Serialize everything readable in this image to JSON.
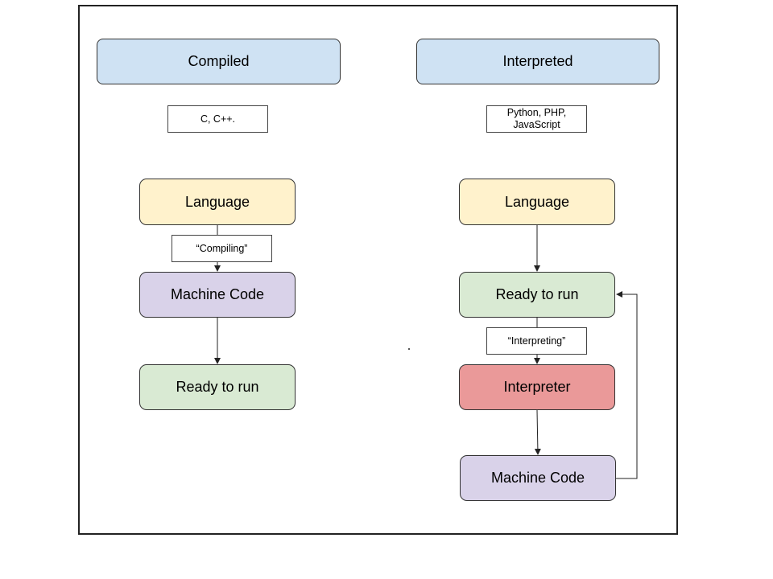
{
  "colors": {
    "header_fill": "#cfe2f3",
    "language_fill": "#fff2cc",
    "machine_code_fill": "#d9d2e9",
    "ready_fill": "#d9ead3",
    "interpreter_fill": "#ea9999",
    "border": "#333333"
  },
  "compiled": {
    "header": "Compiled",
    "examples": "C, C++.",
    "language": "Language",
    "step_label": "“Compiling”",
    "machine_code": "Machine Code",
    "ready": "Ready to run"
  },
  "interpreted": {
    "header": "Interpreted",
    "examples_line1": "Python, PHP,",
    "examples_line2": "JavaScript",
    "language": "Language",
    "ready": "Ready to run",
    "step_label": "“Interpreting”",
    "interpreter": "Interpreter",
    "machine_code": "Machine Code"
  }
}
